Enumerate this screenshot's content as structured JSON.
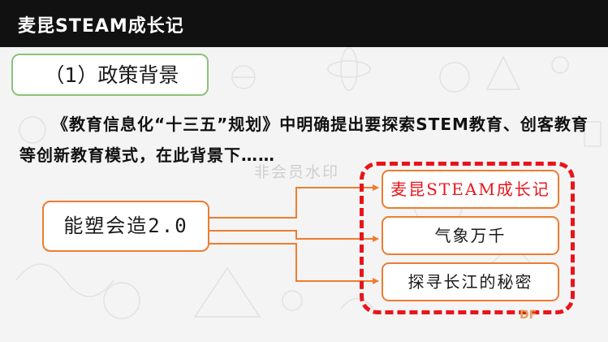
{
  "header": {
    "title": "麦昆STEAM成长记"
  },
  "policy": {
    "label": "（1）政策背景"
  },
  "intro": {
    "text": "《教育信息化“十三五”规划》中明确提出要探索STEM教育、创客教育等创新教育模式，在此背景下……"
  },
  "watermark": {
    "text": "非会员水印"
  },
  "diagram": {
    "source": "能塑会造2.0",
    "targets": [
      {
        "label": "麦昆STEAM成长记",
        "color": "#e8151b"
      },
      {
        "label": "气象万千",
        "color": "#1a1a1a"
      },
      {
        "label": "探寻长江的秘密",
        "color": "#1a1a1a"
      }
    ],
    "connector_color": "#ed7d31",
    "frame_color": "#e8151b"
  },
  "logo": {
    "text": "DF"
  }
}
